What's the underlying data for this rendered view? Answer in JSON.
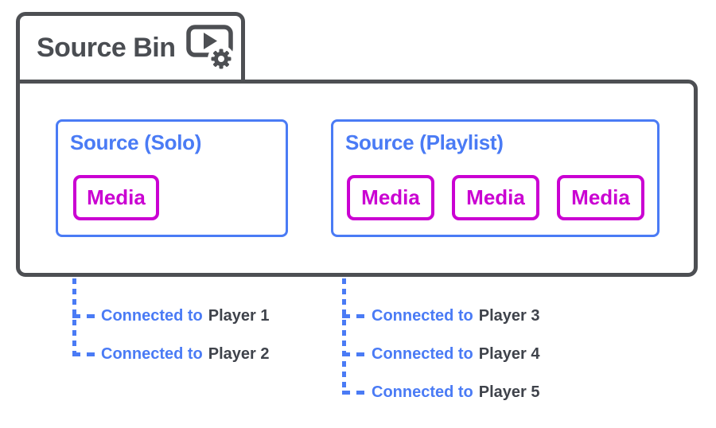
{
  "colors": {
    "frame": "#4d4f53",
    "title_text": "#4a4d52",
    "player_text": "#3f434b",
    "blue": "#4a7bf5",
    "magenta": "#ca00d2",
    "background": "#ffffff"
  },
  "bin": {
    "title": "Source Bin",
    "icon": "media-player-settings"
  },
  "sources": [
    {
      "title": "Source (Solo)",
      "media": [
        "Media"
      ],
      "connections": [
        {
          "prefix": "Connected to",
          "player": "Player 1"
        },
        {
          "prefix": "Connected to",
          "player": "Player 2"
        }
      ]
    },
    {
      "title": "Source (Playlist)",
      "media": [
        "Media",
        "Media",
        "Media"
      ],
      "connections": [
        {
          "prefix": "Connected to",
          "player": "Player 3"
        },
        {
          "prefix": "Connected to",
          "player": "Player 4"
        },
        {
          "prefix": "Connected to",
          "player": "Player 5"
        }
      ]
    }
  ]
}
